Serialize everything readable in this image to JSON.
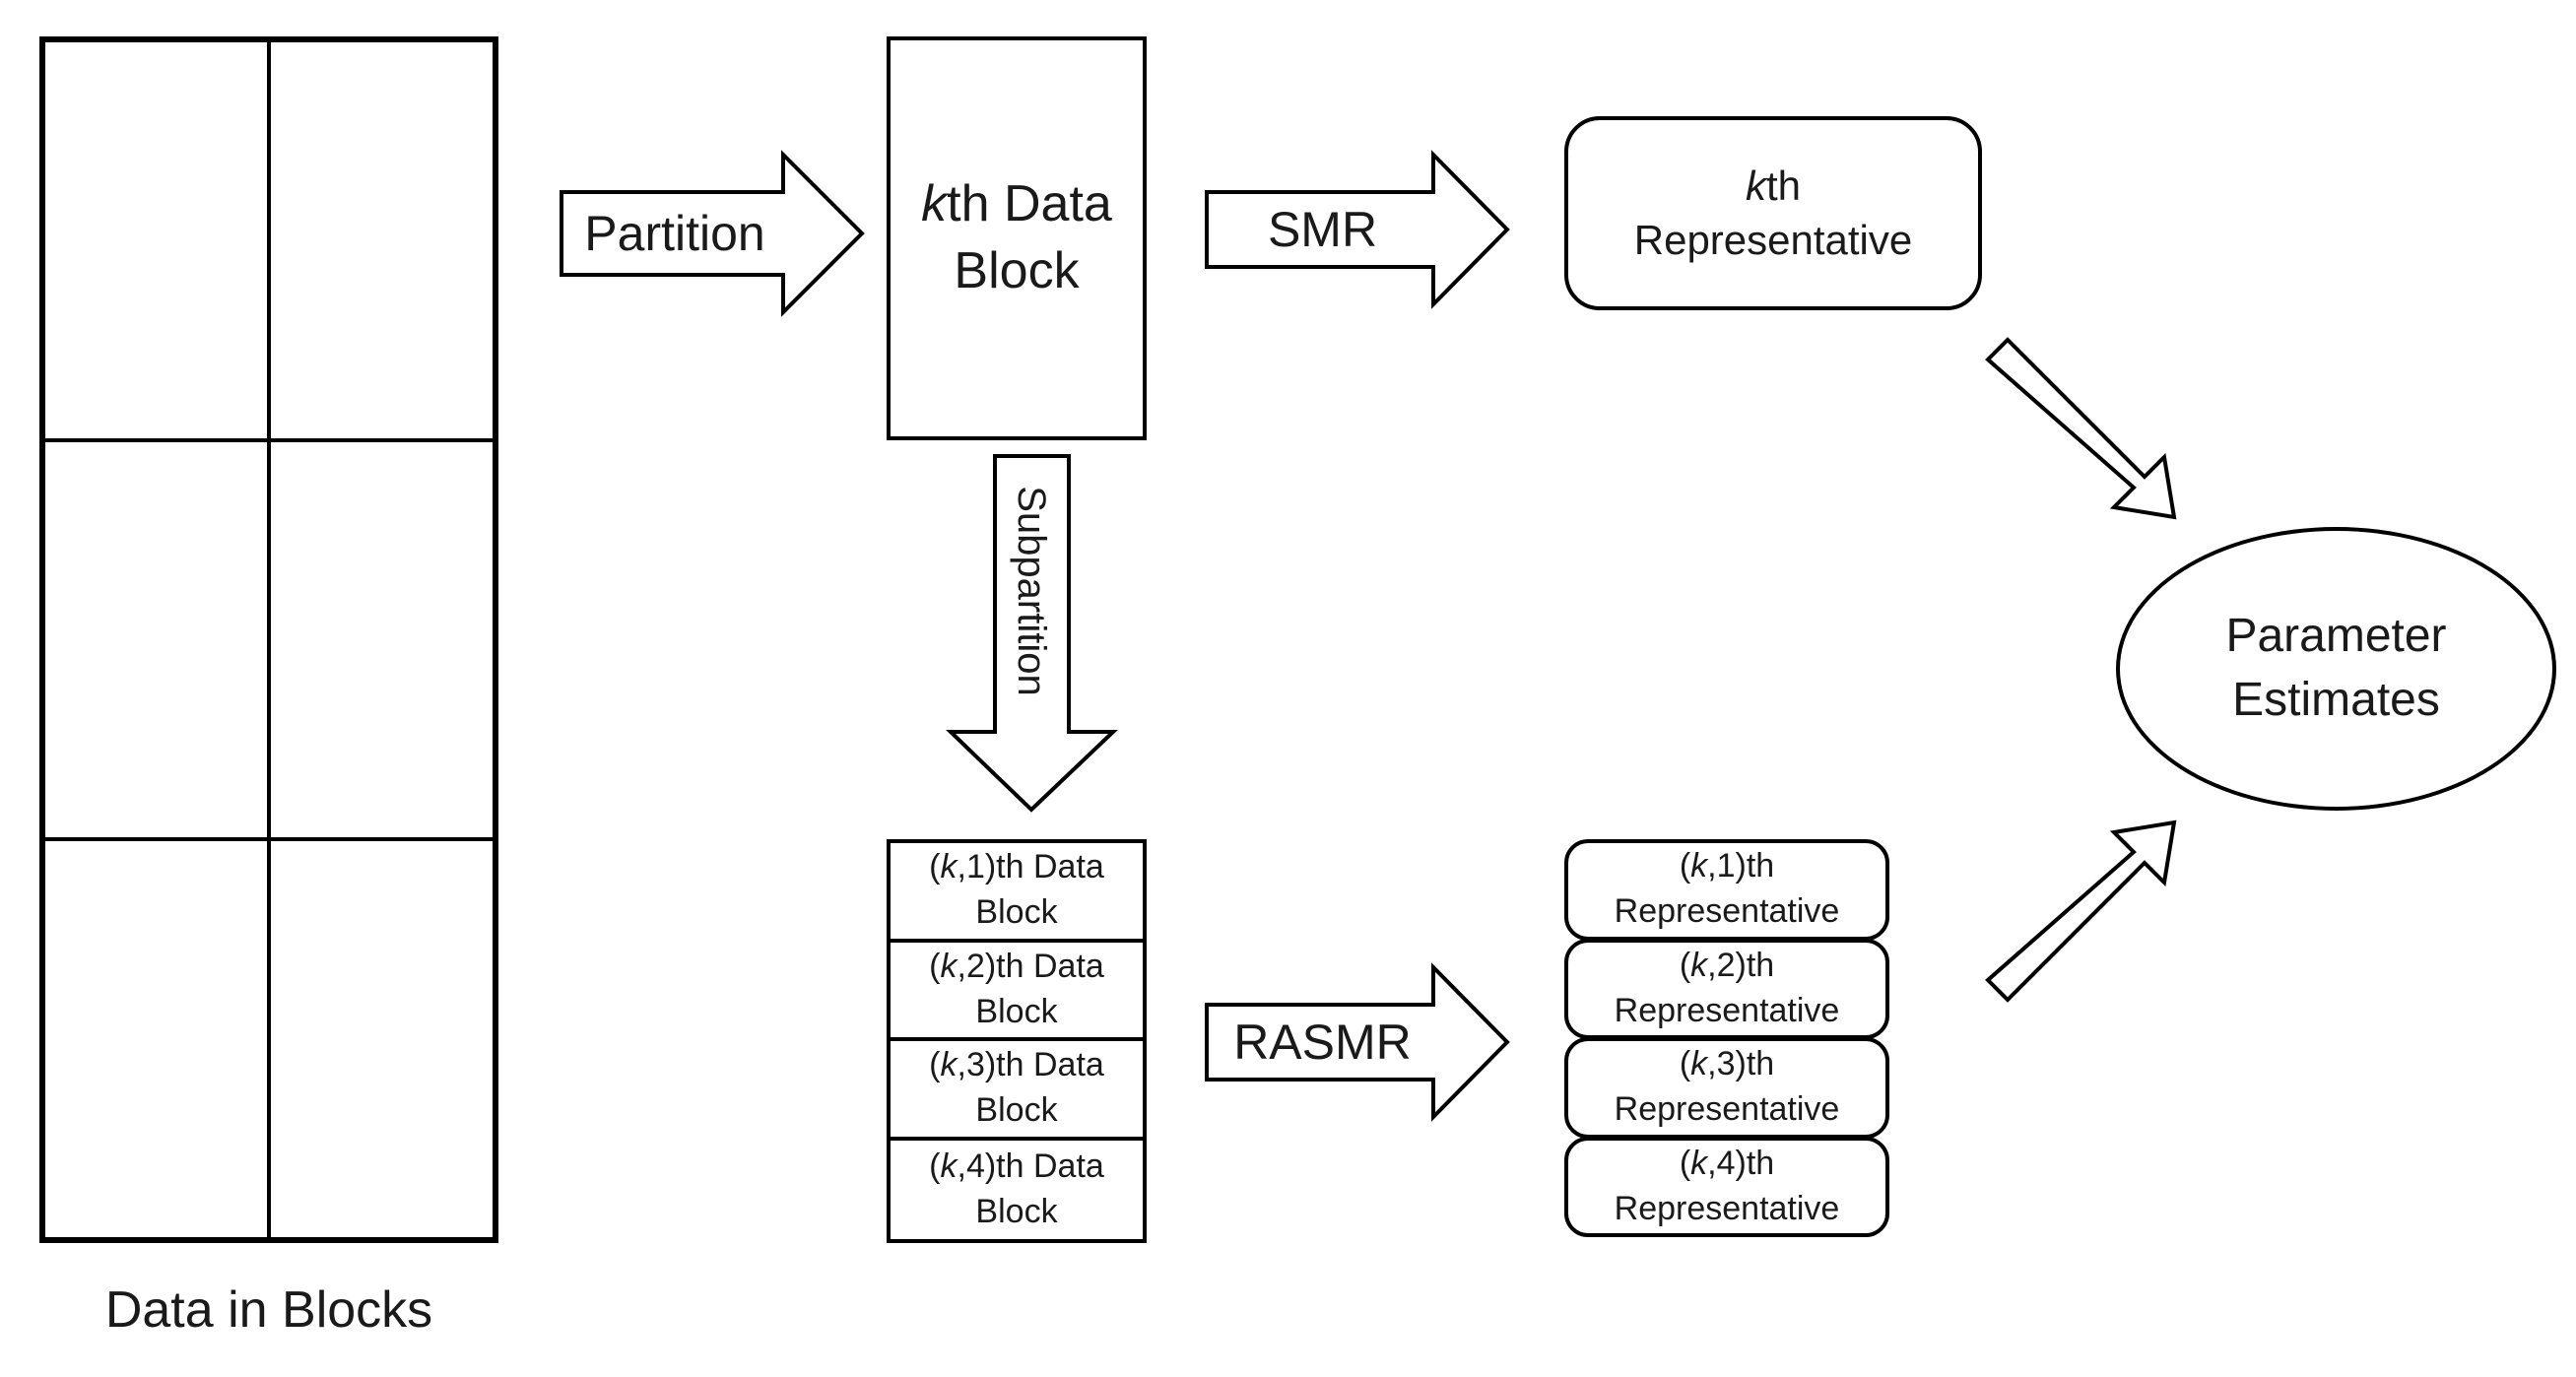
{
  "caption": "Data in Blocks",
  "arrows": {
    "partition": "Partition",
    "smr": "SMR",
    "subpartition": "Subpartition",
    "rasmr": "RASMR"
  },
  "kth_block": {
    "var": "k",
    "suffix": "th Data",
    "line2": "Block"
  },
  "kth_rep": {
    "var": "k",
    "suffix": "th",
    "line2": "Representative"
  },
  "sub_blocks": [
    {
      "pre": "(",
      "var": "k",
      "post": ",1)th Data",
      "line2": "Block"
    },
    {
      "pre": "(",
      "var": "k",
      "post": ",2)th Data",
      "line2": "Block"
    },
    {
      "pre": "(",
      "var": "k",
      "post": ",3)th Data",
      "line2": "Block"
    },
    {
      "pre": "(",
      "var": "k",
      "post": ",4)th Data",
      "line2": "Block"
    }
  ],
  "sub_reps": [
    {
      "pre": "(",
      "var": "k",
      "post": ",1)th",
      "line2": "Representative"
    },
    {
      "pre": "(",
      "var": "k",
      "post": ",2)th",
      "line2": "Representative"
    },
    {
      "pre": "(",
      "var": "k",
      "post": ",3)th",
      "line2": "Representative"
    },
    {
      "pre": "(",
      "var": "k",
      "post": ",4)th",
      "line2": "Representative"
    }
  ],
  "estimates": {
    "line1": "Parameter",
    "line2": "Estimates"
  }
}
